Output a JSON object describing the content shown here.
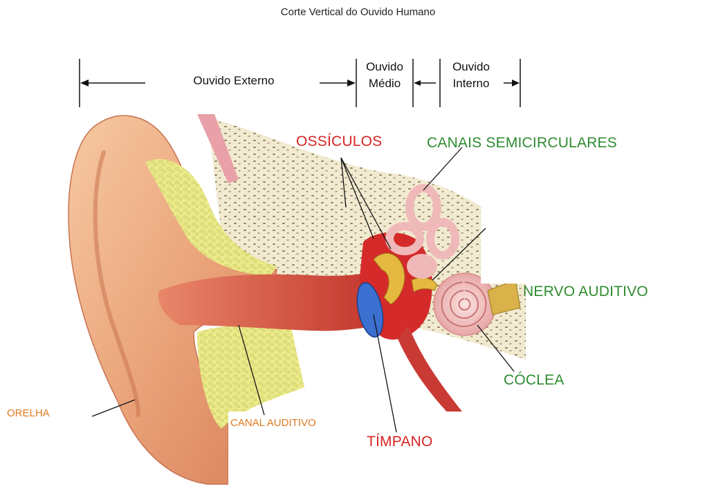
{
  "title": "Corte Vertical do Ouvido Humano",
  "sections": {
    "externo": "Ouvido Externo",
    "medio_1": "Ouvido",
    "medio_2": "Médio",
    "interno_1": "Ouvido",
    "interno_2": "Interno"
  },
  "labels": {
    "ossiculos": "OSSÍCULOS",
    "canais": "CANAIS SEMICIRCULARES",
    "nervo": "NERVO AUDITIVO",
    "coclea": "CÓCLEA",
    "timpano": "TÍMPANO",
    "canal": "CANAL AUDITIVO",
    "orelha": "ORELHA"
  },
  "colors": {
    "red_label": "#d92323",
    "green_label": "#2e8b2e",
    "orange_label": "#e07a1f"
  }
}
